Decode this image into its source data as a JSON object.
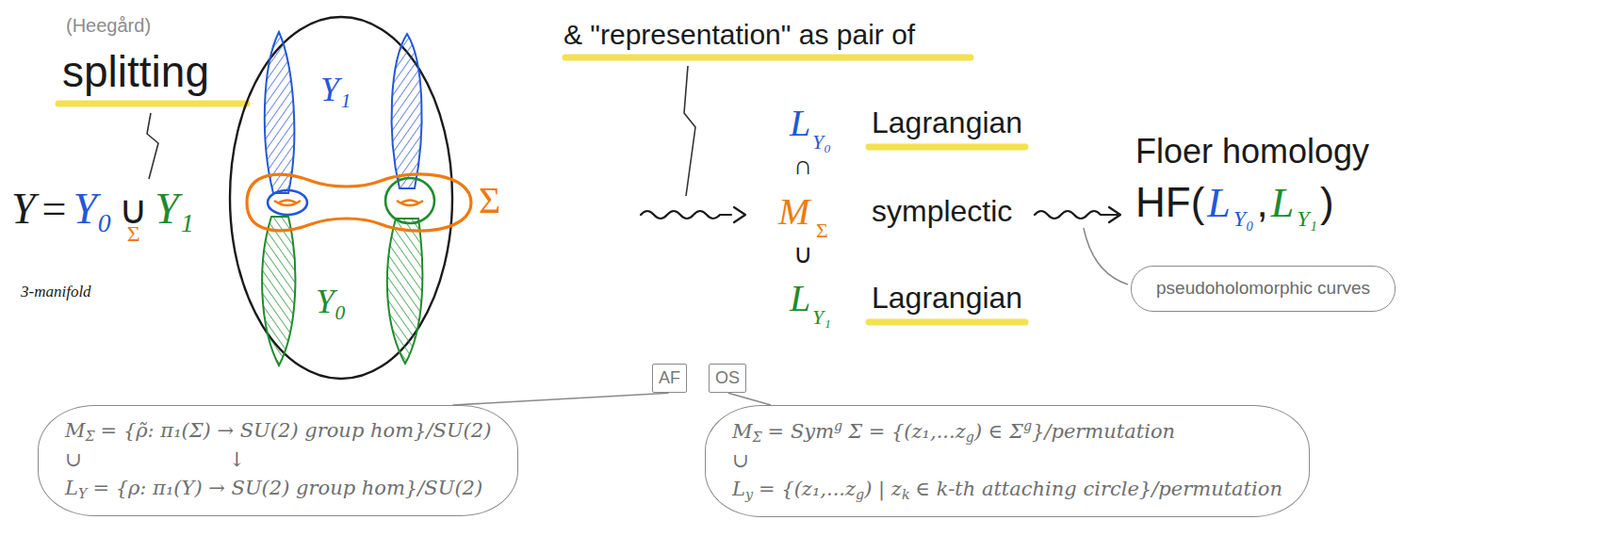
{
  "diagram": {
    "nodes": [
      {
        "text": [
          "pseudoholomorphic curves"
        ]
      },
      {
        "text": [
          "AF"
        ]
      },
      {
        "text": [
          "OS"
        ]
      },
      {
        "text": [
          "M",
          "Σ",
          "= {ρ̃: π₁(Σ) → SU(2) group hom}/SU(2)",
          "∪",
          "↓",
          "L",
          "Y",
          "= {ρ: π₁(Y) → SU(2) group hom}/SU(2)"
        ]
      },
      {
        "text": [
          "M",
          "Σ",
          "= Sym",
          "g",
          "Σ = {(z₁,...z",
          "g",
          ") ∈ Σ",
          "g",
          "}/permutation",
          "∪",
          "L",
          "y",
          "= {(z₁,...z",
          "g",
          ") | z",
          "k",
          "∈ k-th attaching circle}/permutation"
        ]
      }
    ],
    "edges": [
      {
        "from": 1,
        "to": 3,
        "arrow": "none"
      },
      {
        "from": 2,
        "to": 4,
        "arrow": "none"
      }
    ],
    "labels": [
      "(Heegård)",
      "splitting",
      "& \"representation\" as pair of",
      "Y",
      "=",
      "Y₀",
      "∪",
      "Σ",
      "Y₁",
      "3-manifold",
      "Y₁",
      "Σ",
      "Y₀",
      "L",
      "Y₀",
      "Lagrangian",
      "∩",
      "M",
      "Σ",
      "symplectic",
      "∪",
      "L",
      "Y₁",
      "Lagrangian",
      "Floer homology",
      "HF(",
      "L",
      "Y₀",
      ",",
      "L",
      "Y₁",
      ")"
    ]
  }
}
